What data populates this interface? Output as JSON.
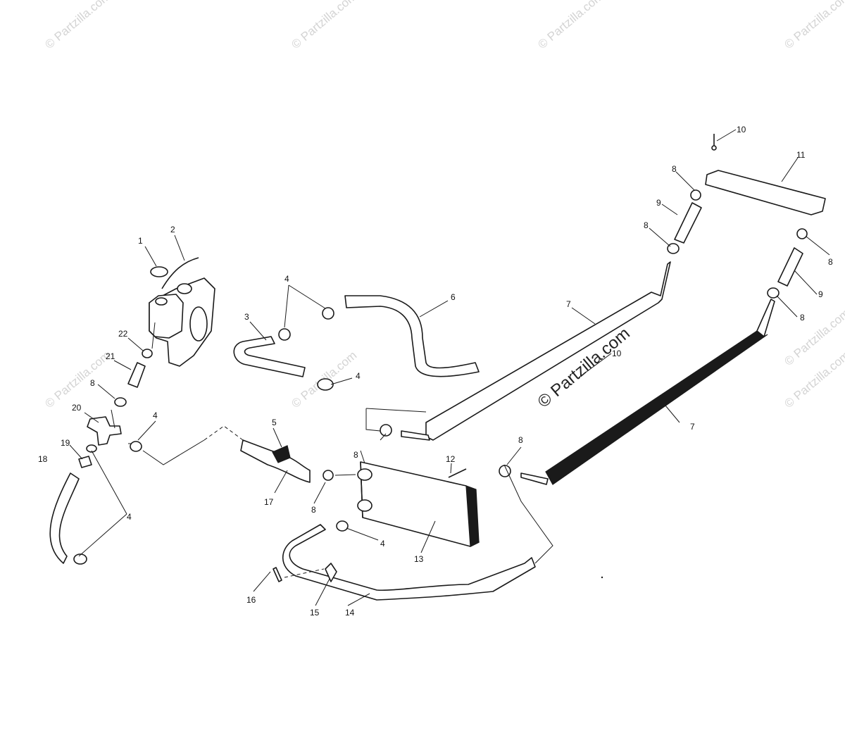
{
  "watermark_text": "© Partzilla.com",
  "watermark_center_text": "© Partzilla.com",
  "callouts": {
    "c1": "1",
    "c2": "2",
    "c3": "3",
    "c4a": "4",
    "c4b": "4",
    "c4c": "4",
    "c4d": "4",
    "c4e": "4",
    "c5": "5",
    "c6": "6",
    "c7a": "7",
    "c7b": "7",
    "c8a": "8",
    "c8b": "8",
    "c8c": "8",
    "c8d": "8",
    "c8e": "8",
    "c8f": "8",
    "c8g": "8",
    "c8h": "8",
    "c9a": "9",
    "c9b": "9",
    "c10a": "10",
    "c10b": "10",
    "c11": "11",
    "c12": "12",
    "c13": "13",
    "c14": "14",
    "c15": "15",
    "c16": "16",
    "c17": "17",
    "c18": "18",
    "c19": "19",
    "c20": "20",
    "c21": "21",
    "c22": "22"
  }
}
